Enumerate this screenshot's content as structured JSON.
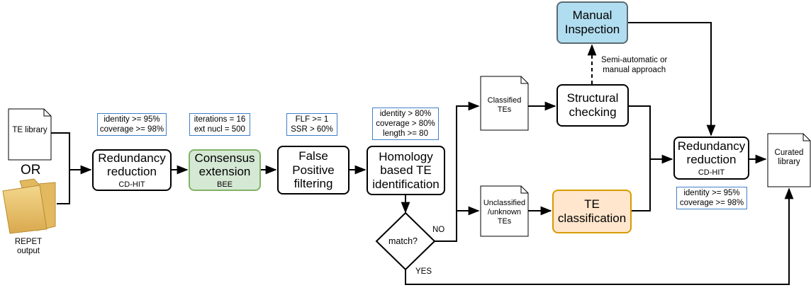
{
  "sources": {
    "te_library": "TE library",
    "or": "OR",
    "repet_line1": "REPET",
    "repet_line2": "output"
  },
  "steps": {
    "redundancy1": {
      "line1": "Redundancy",
      "line2": "reduction",
      "tool": "CD-HIT",
      "params": [
        "identity >= 95%",
        "coverage >= 98%"
      ]
    },
    "consensus": {
      "line1": "Consensus",
      "line2": "extension",
      "tool": "BEE",
      "params": [
        "iterations = 16",
        "ext nucl = 500"
      ]
    },
    "fpf": {
      "line1": "False",
      "line2": "Positive",
      "line3": "filtering",
      "params": [
        "FLF >= 1",
        "SSR > 60%"
      ]
    },
    "homology": {
      "line1": "Homology",
      "line2": "based TE",
      "line3": "identification",
      "params": [
        "identity > 80%",
        "coverage > 80%",
        "length >= 80"
      ]
    },
    "decision": {
      "label": "match?",
      "no": "NO",
      "yes": "YES"
    },
    "classified_doc": {
      "line1": "Classified",
      "line2": "TEs"
    },
    "unclassified_doc": {
      "line1": "Unclassified",
      "line2": "/unknown",
      "line3": "TEs"
    },
    "structural": {
      "line1": "Structural",
      "line2": "checking"
    },
    "te_class": {
      "line1": "TE",
      "line2": "classification"
    },
    "manual": {
      "line1": "Manual",
      "line2": "Inspection"
    },
    "semi_auto": {
      "line1": "Semi-automatic or",
      "line2": "manual approach"
    },
    "redundancy2": {
      "line1": "Redundancy",
      "line2": "reduction",
      "tool": "CD-HIT",
      "params": [
        "identity >= 95%",
        "coverage >= 98%"
      ]
    },
    "curated_doc": {
      "line1": "Curated",
      "line2": "library"
    }
  },
  "colors": {
    "consensus_fill": "#d5e8d4",
    "consensus_stroke": "#82b366",
    "classification_fill": "#ffe6cc",
    "classification_stroke": "#d79b00",
    "manual_fill": "#b1ddf0",
    "param_border": "#3f7fc9"
  },
  "icons": [
    "document-icon",
    "folder-icon"
  ]
}
